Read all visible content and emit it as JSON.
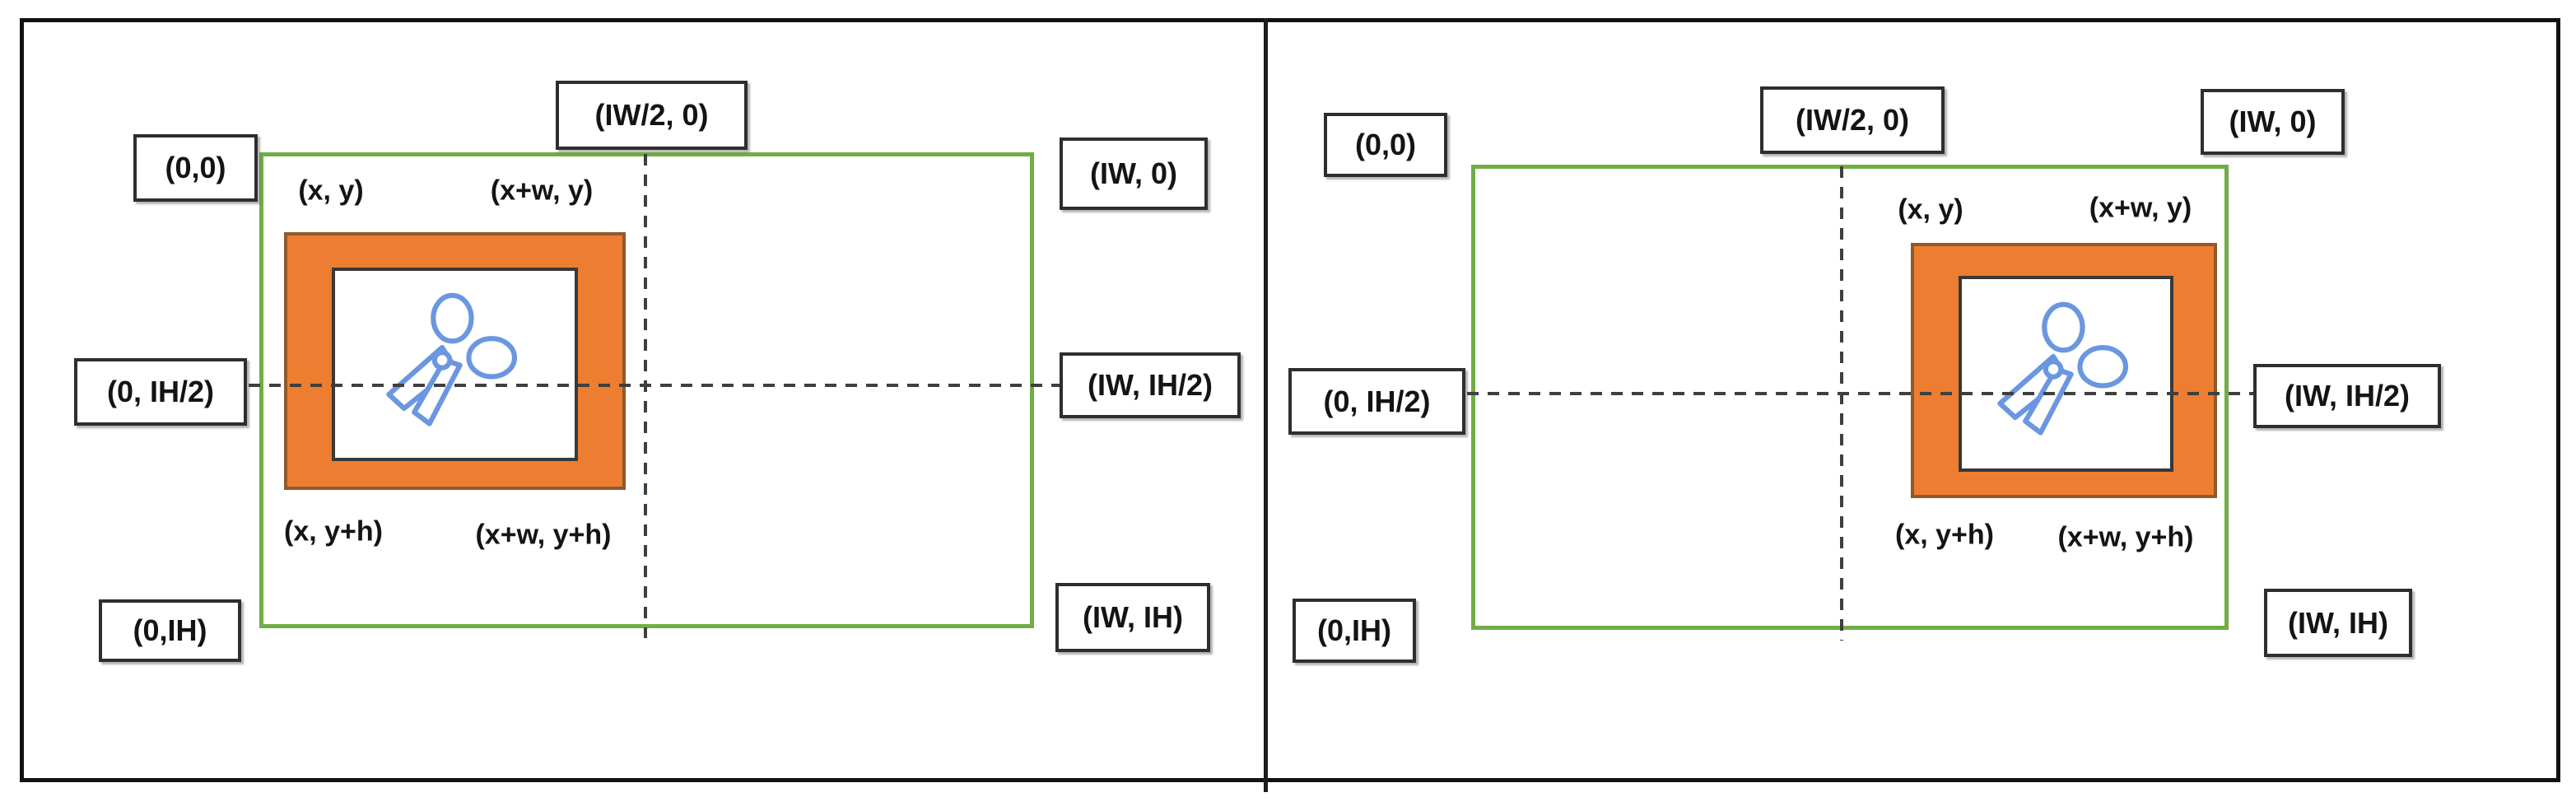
{
  "title": "Image cropping coordinate diagram (two cases)",
  "colors": {
    "image_outline_green": "#70AD47",
    "crop_fill_orange": "#ED7D31",
    "crop_border_brown": "#8F5A2B",
    "scissors_blue": "#6B96E0",
    "frame_black": "#121212",
    "dash_gray": "#3F3F3F"
  },
  "icons": {
    "crop_region_icon": "scissors-icon"
  },
  "panels": [
    {
      "name": "left-crop-diagram",
      "image_corner_boxes": {
        "top_left": "(0,0)",
        "top_center": "(IW/2, 0)",
        "top_right": "(IW, 0)",
        "middle_left": "(0, IH/2)",
        "middle_right": "(IW, IH/2)",
        "bottom_left": "(0,IH)",
        "bottom_right": "(IW, IH)"
      },
      "crop_corner_labels": {
        "top_left": "(x, y)",
        "top_right": "(x+w, y)",
        "bottom_left": "(x, y+h)",
        "bottom_right": "(x+w, y+h)"
      }
    },
    {
      "name": "right-crop-diagram",
      "image_corner_boxes": {
        "top_left": "(0,0)",
        "top_center": "(IW/2, 0)",
        "top_right": "(IW, 0)",
        "middle_left": "(0, IH/2)",
        "middle_right": "(IW, IH/2)",
        "bottom_left": "(0,IH)",
        "bottom_right": "(IW, IH)"
      },
      "crop_corner_labels": {
        "top_left": "(x, y)",
        "top_right": "(x+w, y)",
        "bottom_left": "(x, y+h)",
        "bottom_right": "(x+w, y+h)"
      }
    }
  ]
}
